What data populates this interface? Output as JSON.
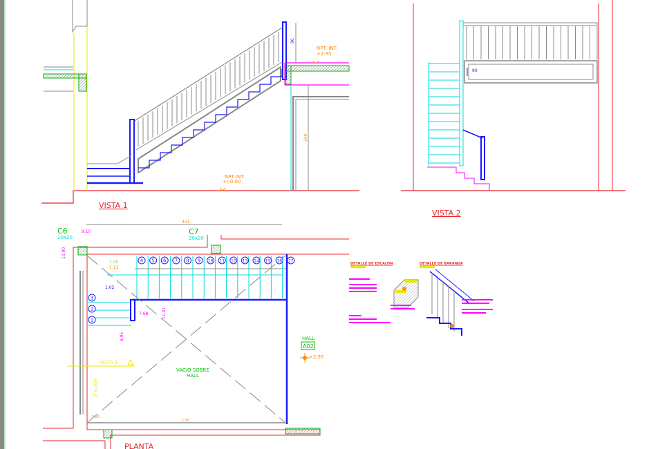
{
  "colors": {
    "wall": "#e8262a",
    "stair": "#1a1aff",
    "rail": "#808080",
    "dim": "#ff8c00",
    "note": "#ff00ff",
    "slab": "#00b000",
    "column": "#00e0e0",
    "guide": "#e8e800"
  },
  "vista1": {
    "title": "VISTA  1",
    "level_top": [
      "NPT.  INT.",
      "+2.95"
    ],
    "level_floor": [
      "NPT  INT.",
      "+/-0.00"
    ],
    "dim_rail": "90",
    "dim_height": "240"
  },
  "vista2": {
    "title": "VISTA  2",
    "dim_rail": "90"
  },
  "plan": {
    "title": "PLANTA",
    "dim_top": "451",
    "dim_bottom": "1.86",
    "column_c6": {
      "name": "C6",
      "size": "20x20"
    },
    "column_c7": {
      "name": "C7",
      "size": "20x20"
    },
    "dim_c6": "9.10",
    "dim_left": "10.90",
    "dim_102": "1.02",
    "dim_113": "1.13",
    "dim_120": "1.20",
    "dim_level_a": "7.68",
    "dim_level_b": "8.95",
    "dim_level_c": "11.47",
    "dim_corner": "5.80",
    "steps_top": [
      "4",
      "5",
      "6",
      "7",
      "8",
      "9",
      "10",
      "11",
      "12",
      "13",
      "14",
      "15",
      "16",
      "17"
    ],
    "steps_left": [
      "3",
      "2",
      "1"
    ],
    "void_label": [
      "VACIO  SOBRE",
      "HALL"
    ],
    "hall_label": "HALL",
    "hall_code": "A02",
    "hall_level": "+2.95",
    "section_v1": "VISTA  1",
    "section_v2": "VISTA  2"
  },
  "details": {
    "step_title": "DETALLE  DE  ESCALON",
    "rail_title": "DETALLE  DE  BARANDA"
  }
}
